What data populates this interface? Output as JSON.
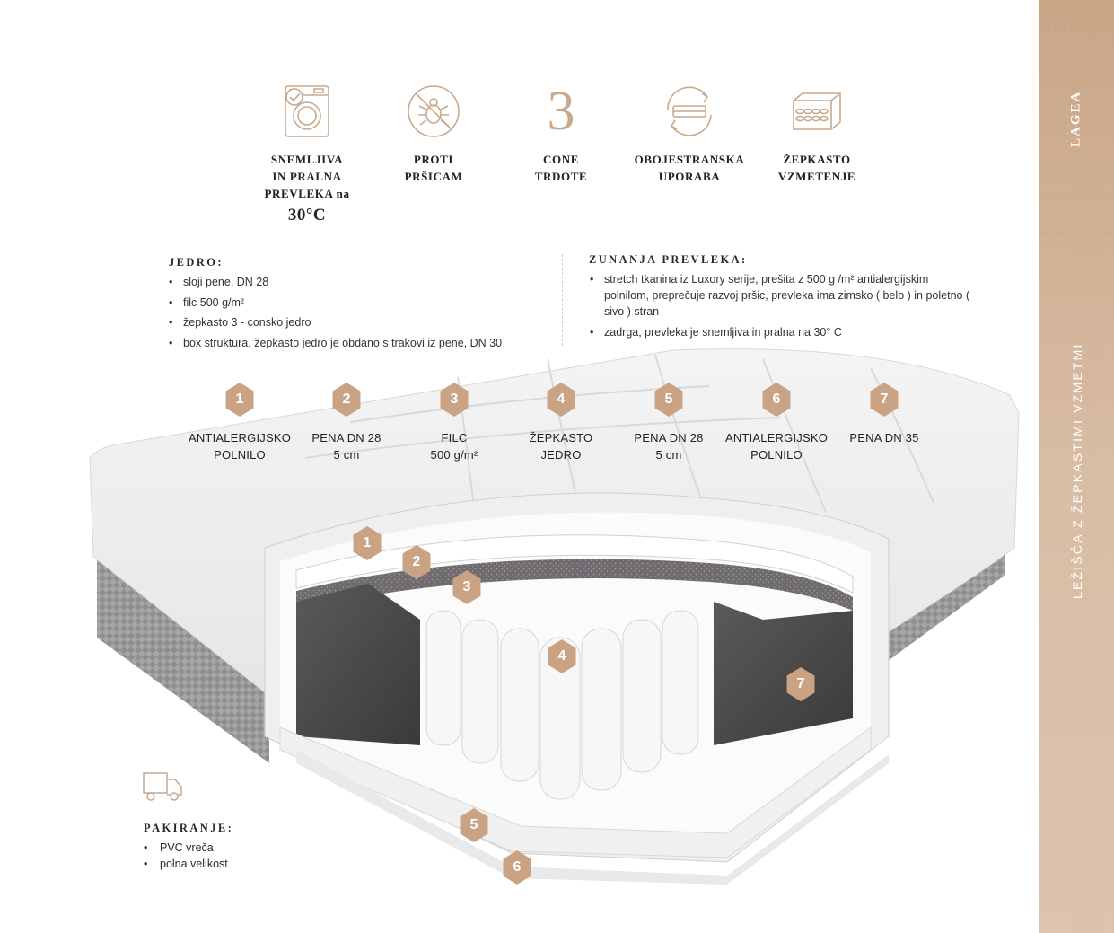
{
  "brand": "LAGEA",
  "side_title": "LEŽIŠČA Z ŽEPKASTIMI VZMETMI",
  "colors": {
    "accent": "#c9a383",
    "band": "#d4b59b",
    "text": "#2b2b2b"
  },
  "features": [
    {
      "icon": "washing-machine-icon",
      "lines": [
        "SNEMLJIVA",
        "IN PRALNA",
        "PREVLEKA na"
      ],
      "big": "30°C"
    },
    {
      "icon": "no-mites-icon",
      "lines": [
        "PROTI",
        "PRŠICAM"
      ]
    },
    {
      "icon_text": "3",
      "lines": [
        "CONE",
        "TRDOTE"
      ]
    },
    {
      "icon": "double-sided-icon",
      "lines": [
        "OBOJESTRANSKA",
        "UPORABA"
      ]
    },
    {
      "icon": "pocket-spring-icon",
      "lines": [
        "ŽEPKASTO",
        "VZMETENJE"
      ]
    }
  ],
  "core": {
    "title": "JEDRO:",
    "items": [
      "sloji pene, DN 28",
      "filc 500 g/m²",
      "žepkasto 3 - consko jedro",
      "box struktura, žepkasto jedro je obdano s trakovi iz pene, DN 30"
    ]
  },
  "cover": {
    "title": "ZUNANJA PREVLEKA:",
    "items": [
      "stretch tkanina iz Luxory serije, prešita z 500 g /m² antialergijskim polnilom, preprečuje razvoj pršic, prevleka ima zimsko ( belo ) in poletno ( sivo ) stran",
      "zadrga, prevleka je snemljiva in pralna na 30° C"
    ]
  },
  "layers": [
    {
      "num": "1",
      "lines": [
        "ANTIALERGIJSKO",
        "POLNILO"
      ]
    },
    {
      "num": "2",
      "lines": [
        "PENA DN 28",
        "5 cm"
      ]
    },
    {
      "num": "3",
      "lines": [
        "FILC",
        "500 g/m²"
      ]
    },
    {
      "num": "4",
      "lines": [
        "ŽEPKASTO",
        "JEDRO"
      ]
    },
    {
      "num": "5",
      "lines": [
        "PENA DN 28",
        "5 cm"
      ]
    },
    {
      "num": "6",
      "lines": [
        "ANTIALERGIJSKO",
        "POLNILO"
      ]
    },
    {
      "num": "7",
      "lines": [
        "PENA DN 35"
      ]
    }
  ],
  "markers": [
    "1",
    "2",
    "3",
    "4",
    "7",
    "5",
    "6"
  ],
  "packaging": {
    "icon": "truck-icon",
    "title": "PAKIRANJE:",
    "items": [
      "PVC vreča",
      "polna velikost"
    ]
  }
}
